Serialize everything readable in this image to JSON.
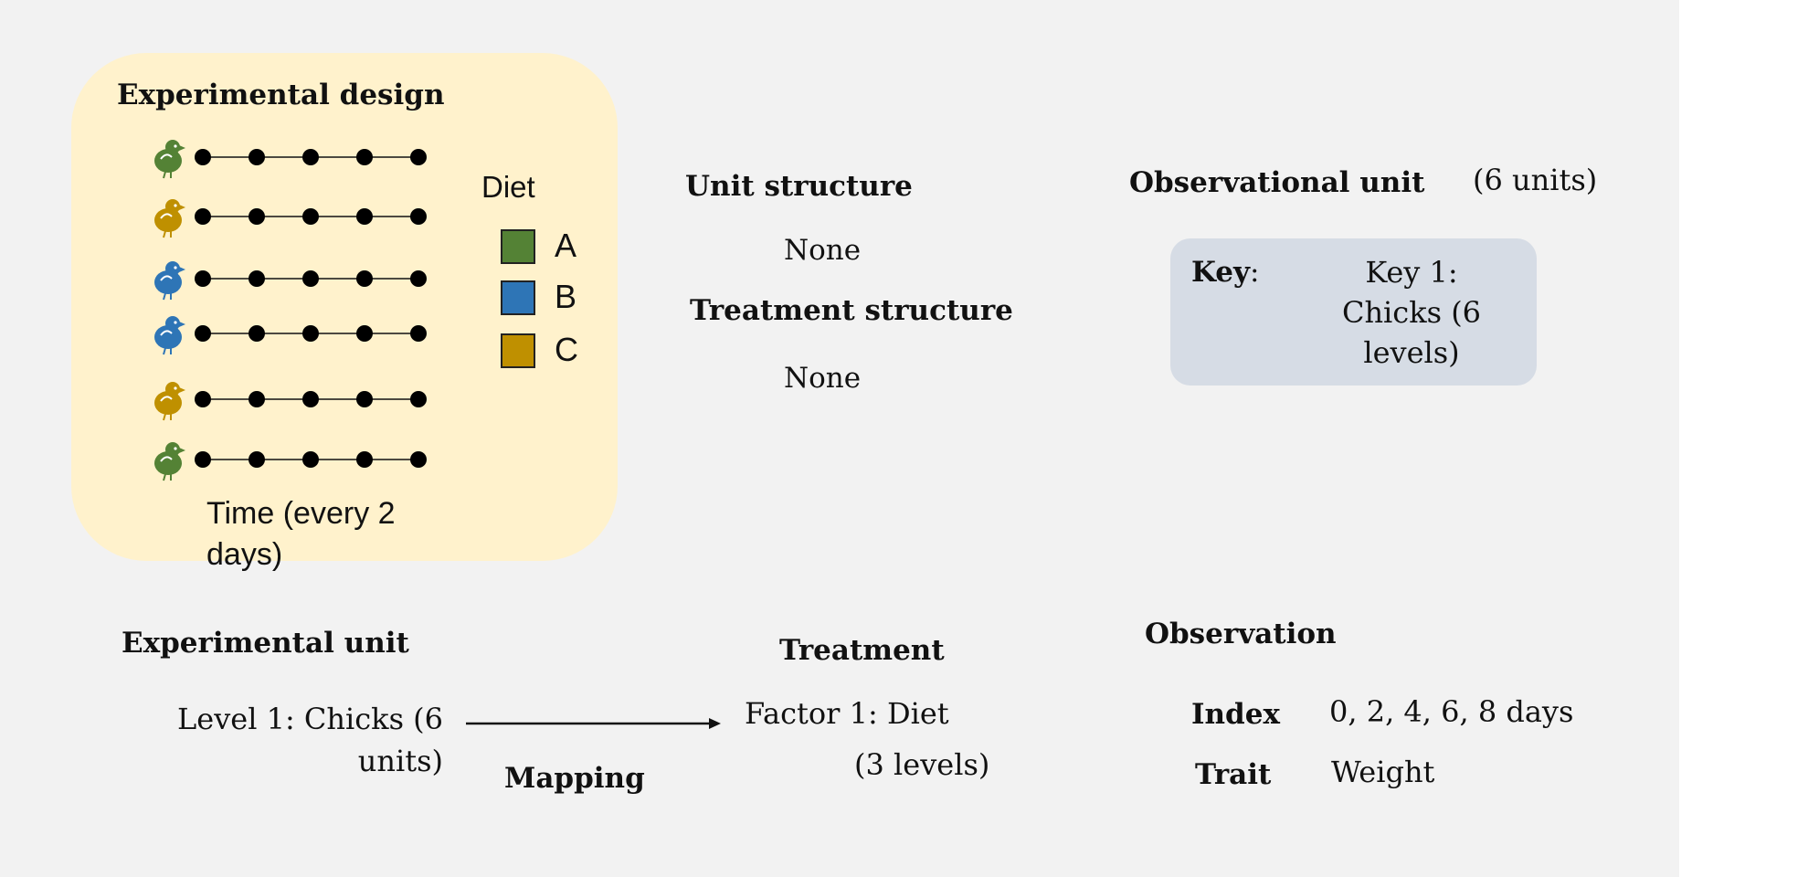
{
  "experimental_design": {
    "title": "Experimental design",
    "time_label": "Time (every 2 days)",
    "rows": [
      {
        "diet": "A",
        "color_name": "green",
        "icon": "chick-icon"
      },
      {
        "diet": "C",
        "color_name": "gold",
        "icon": "chick-icon"
      },
      {
        "diet": "B",
        "color_name": "blue",
        "icon": "chick-icon"
      },
      {
        "diet": "B",
        "color_name": "blue",
        "icon": "chick-icon"
      },
      {
        "diet": "C",
        "color_name": "gold",
        "icon": "chick-icon"
      },
      {
        "diet": "A",
        "color_name": "green",
        "icon": "chick-icon"
      }
    ],
    "points_per_row": 5,
    "legend": {
      "title": "Diet",
      "items": [
        {
          "label": "A",
          "color": "#548235"
        },
        {
          "label": "B",
          "color": "#2e75b6"
        },
        {
          "label": "C",
          "color": "#bf9000"
        }
      ]
    }
  },
  "unit_structure": {
    "title": "Unit structure",
    "value": "None"
  },
  "treatment_structure": {
    "title": "Treatment structure",
    "value": "None"
  },
  "observational_unit": {
    "title": "Observational unit",
    "count": "(6 units)",
    "key_label": "Key",
    "key_colon": ":",
    "key_text": "Key 1: Chicks (6 levels)"
  },
  "experimental_unit": {
    "title": "Experimental unit",
    "text": "Level 1: Chicks (6 units)"
  },
  "mapping": {
    "label": "Mapping"
  },
  "treatment": {
    "title": "Treatment",
    "factor": "Factor 1: Diet",
    "levels": "(3 levels)"
  },
  "observation": {
    "title": "Observation",
    "index_label": "Index",
    "index_value": "0, 2, 4, 6, 8 days",
    "trait_label": "Trait",
    "trait_value": "Weight"
  },
  "colors": {
    "panel_background": "#fff2cc",
    "key_background": "#d6dce5",
    "slide_background": "#f2f2f2",
    "green": "#548235",
    "blue": "#2e75b6",
    "gold": "#bf9000"
  }
}
